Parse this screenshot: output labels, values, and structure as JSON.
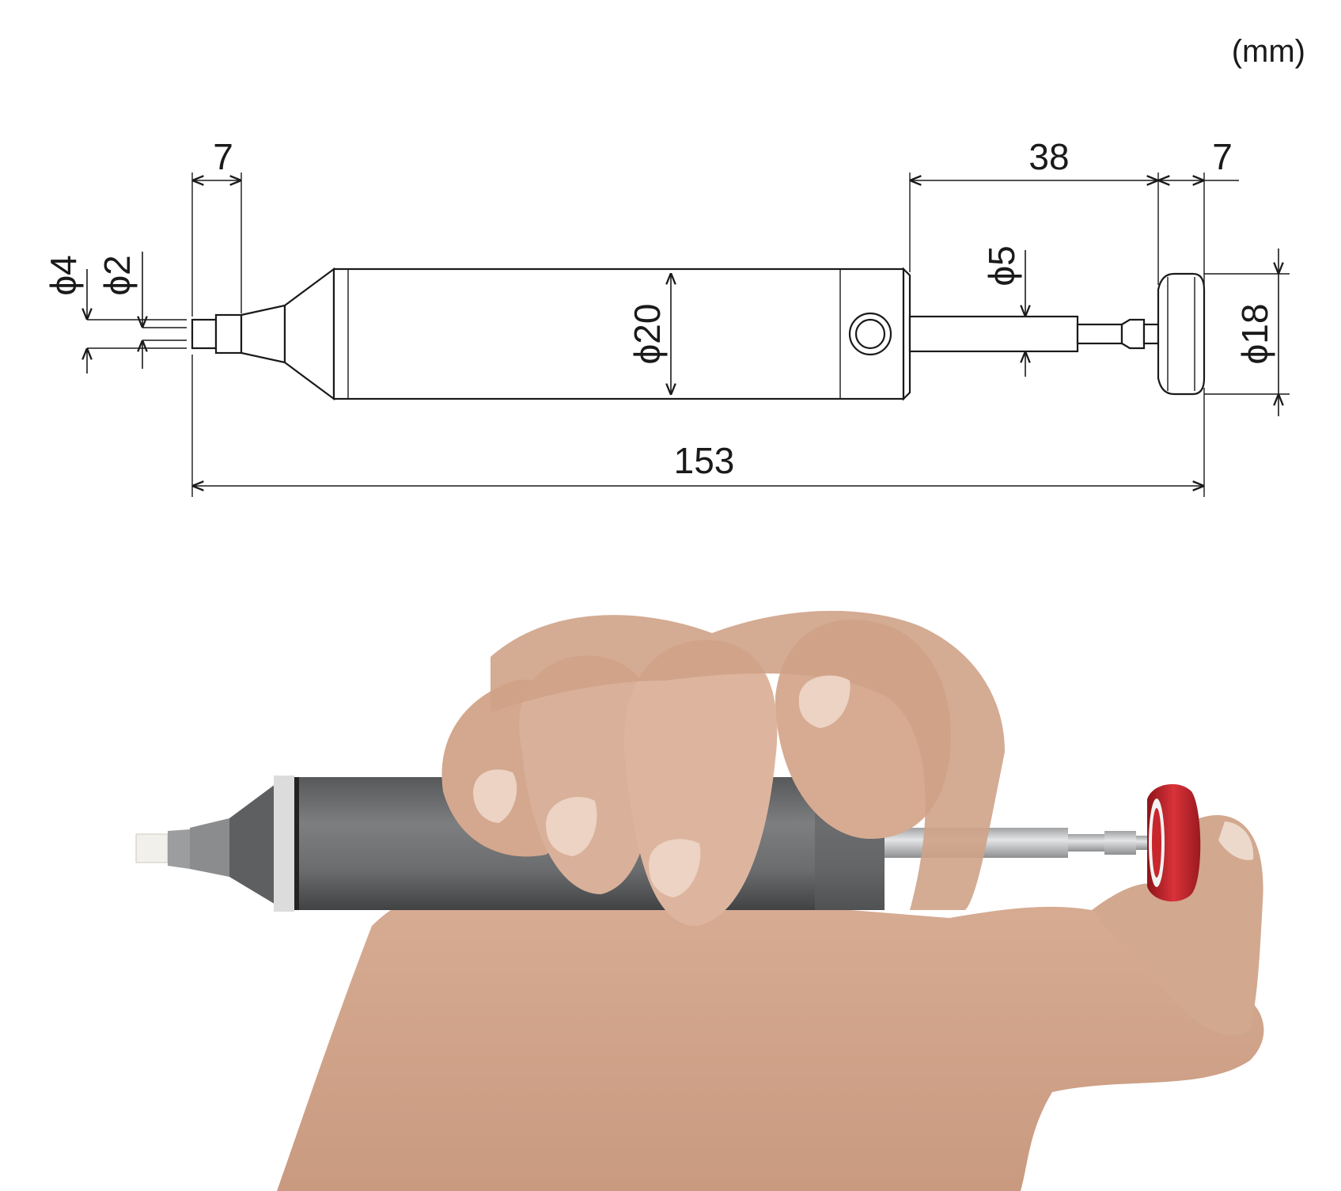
{
  "drawing": {
    "unit": "(mm)",
    "dims": {
      "tip_length": "7",
      "plunger_length": "38",
      "knob_length": "7",
      "total_length": "153",
      "tip_outer_dia": "ϕ4",
      "tip_inner_dia": "ϕ2",
      "body_dia": "ϕ20",
      "rod_dia": "ϕ5",
      "knob_dia": "ϕ18"
    }
  },
  "photo": {
    "colors": {
      "skin": "#dcb59e",
      "skin_shadow": "#c49478",
      "body": "#6e7072",
      "body_dark": "#4a4c4e",
      "rod": "#c9cbcd",
      "knob": "#c8262c",
      "nozzle": "#f2f0ea"
    }
  }
}
